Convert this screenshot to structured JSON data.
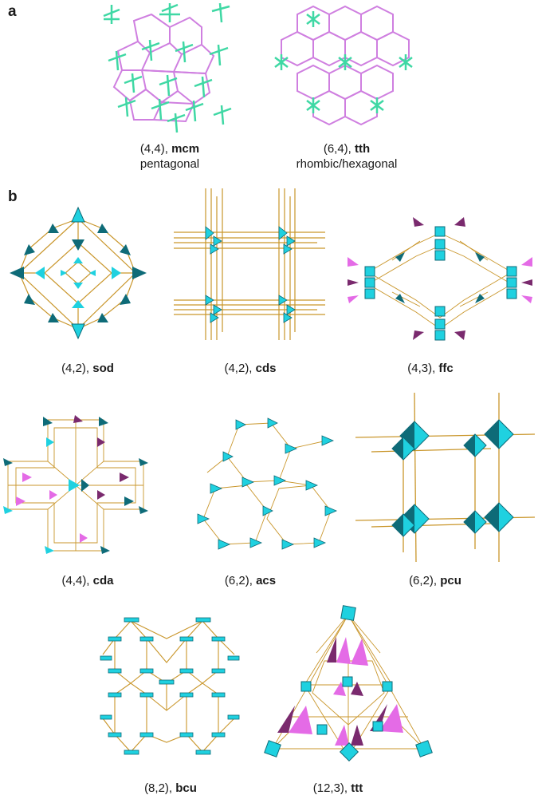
{
  "panels": {
    "a": {
      "label": "a",
      "nets": [
        {
          "prefix": "(4,4), ",
          "name": "mcm",
          "subtitle": "pentagonal"
        },
        {
          "prefix": "(6,4), ",
          "name": "tth",
          "subtitle": "rhombic/hexagonal"
        }
      ]
    },
    "b": {
      "label": "b",
      "nets": [
        {
          "prefix": "(4,2), ",
          "name": "sod"
        },
        {
          "prefix": "(4,2), ",
          "name": "cds"
        },
        {
          "prefix": "(4,3), ",
          "name": "ffc"
        },
        {
          "prefix": "(4,4), ",
          "name": "cda"
        },
        {
          "prefix": "(6,2), ",
          "name": "acs"
        },
        {
          "prefix": "(6,2), ",
          "name": "pcu"
        },
        {
          "prefix": "(8,2), ",
          "name": "bcu"
        },
        {
          "prefix": "(12,3), ",
          "name": "ttt"
        }
      ]
    }
  },
  "colors": {
    "linker": "#c9962b",
    "node_cyan": "#1fd1e0",
    "node_dark": "#0e6b78",
    "magenta": "#e46be6",
    "purple": "#7a2a6e",
    "mcm_green": "#3fd8a4",
    "mcm_violet": "#cf7fe0"
  }
}
